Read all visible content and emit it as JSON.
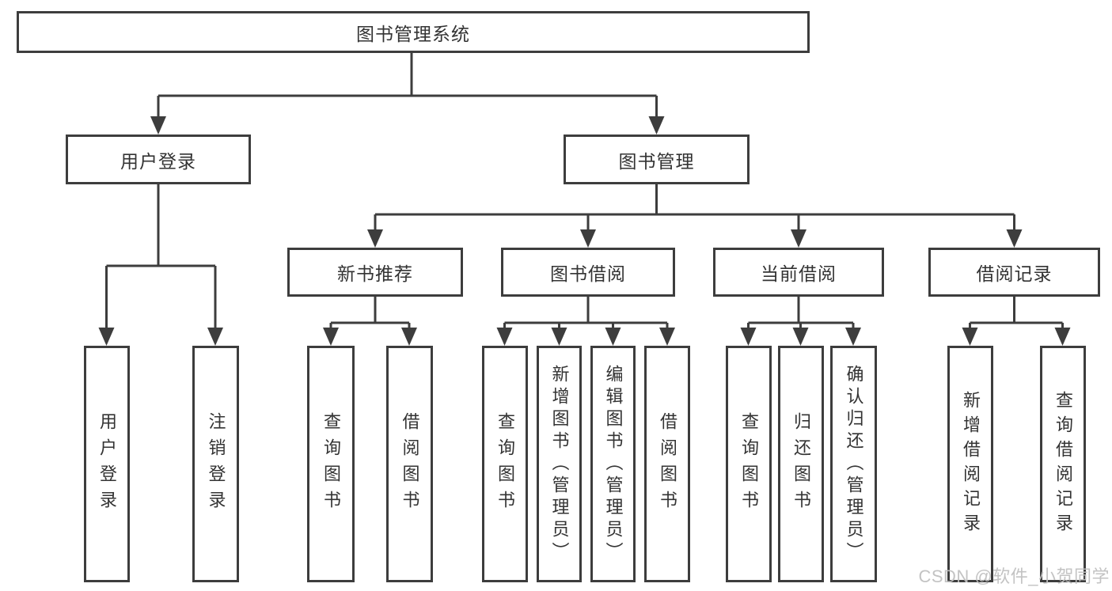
{
  "tree": {
    "label": "图书管理系统",
    "children": [
      {
        "label": "用户登录",
        "children": [
          {
            "label": "用户登录"
          },
          {
            "label": "注销登录"
          }
        ]
      },
      {
        "label": "图书管理",
        "children": [
          {
            "label": "新书推荐",
            "children": [
              {
                "label": "查询图书"
              },
              {
                "label": "借阅图书"
              }
            ]
          },
          {
            "label": "图书借阅",
            "children": [
              {
                "label": "查询图书"
              },
              {
                "label": "新增图书（管理员）"
              },
              {
                "label": "编辑图书（管理员）"
              },
              {
                "label": "借阅图书"
              }
            ]
          },
          {
            "label": "当前借阅",
            "children": [
              {
                "label": "查询图书"
              },
              {
                "label": "归还图书"
              },
              {
                "label": "确认归还（管理员）"
              }
            ]
          },
          {
            "label": "借阅记录",
            "children": [
              {
                "label": "新增借阅记录"
              },
              {
                "label": "查询借阅记录"
              }
            ]
          }
        ]
      }
    ]
  },
  "watermark": {
    "text": "CSDN @软件_小贺同学"
  },
  "colors": {
    "line": "#3d3d3d",
    "box_border": "#3d3d3d",
    "text": "#333333",
    "watermark": "#c0c0c0",
    "background": "#ffffff"
  }
}
